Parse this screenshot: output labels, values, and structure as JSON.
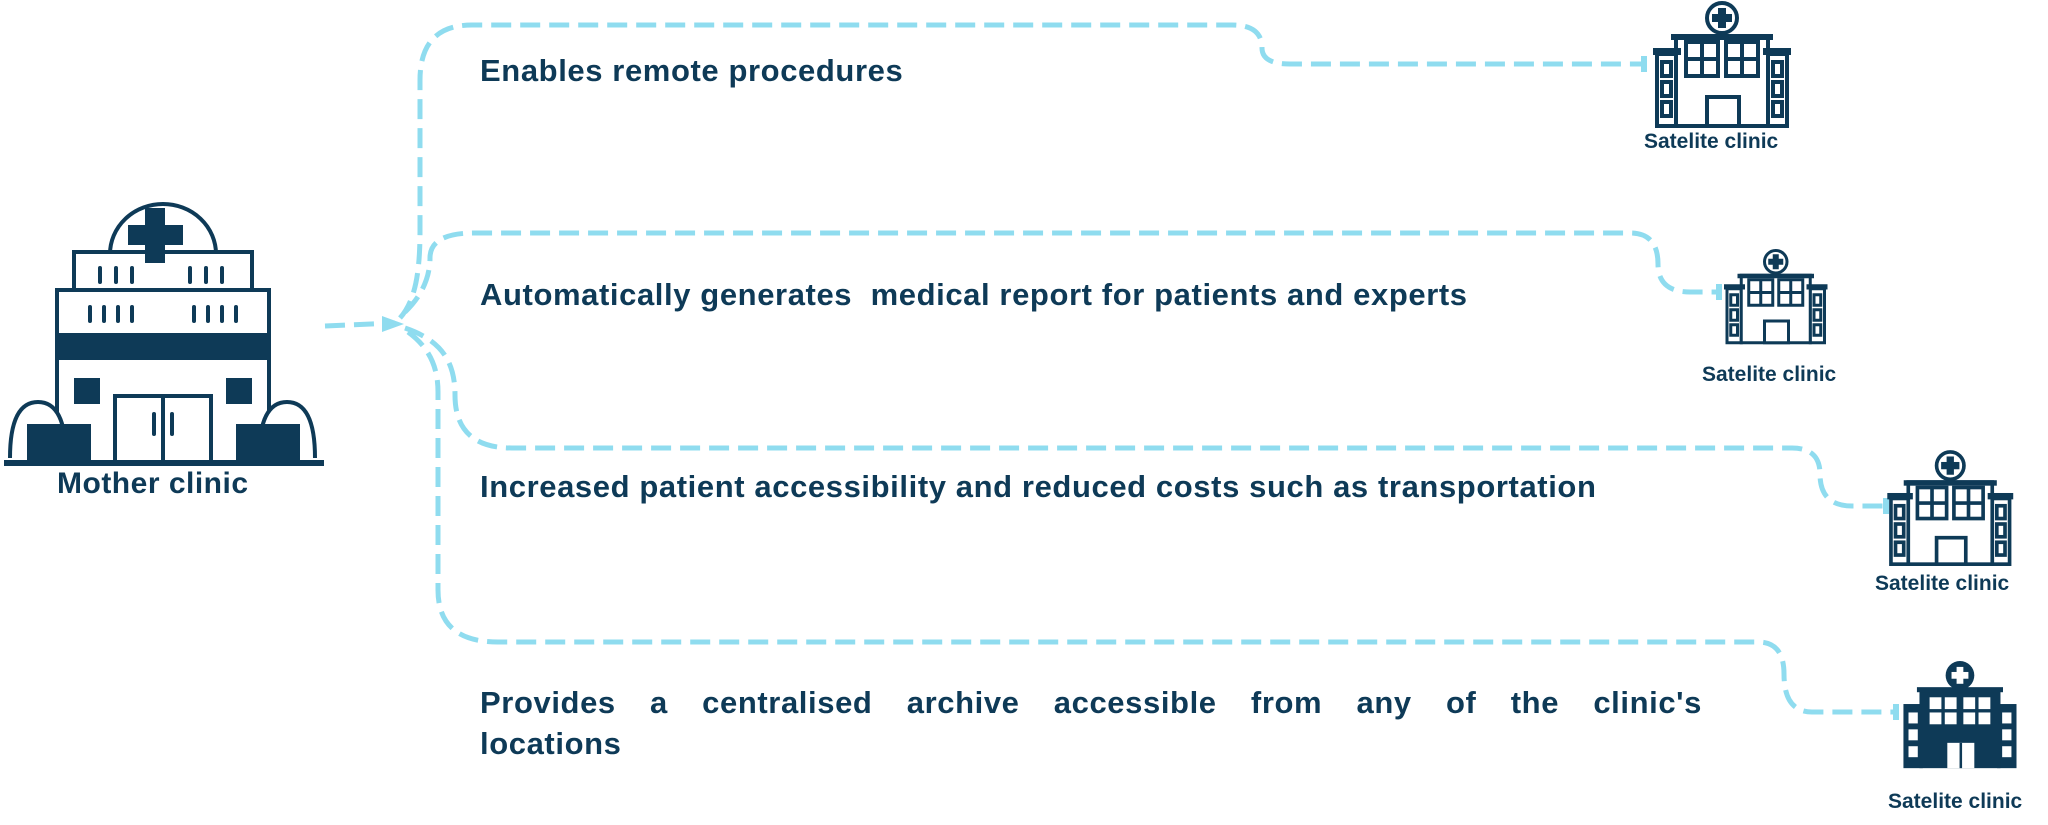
{
  "mother_clinic": {
    "label": "Mother clinic"
  },
  "benefits": [
    {
      "text": "Enables remote procedures"
    },
    {
      "text": "Automatically generates  medical report for patients and experts"
    },
    {
      "text": "Increased patient accessibility and reduced costs such as transportation"
    },
    {
      "text": "Provides a centralised archive accessible from any of the clinic's locations"
    }
  ],
  "satellite_clinics": [
    {
      "label": "Satelite clinic",
      "style": "outline"
    },
    {
      "label": "Satelite clinic",
      "style": "outline"
    },
    {
      "label": "Satelite clinic",
      "style": "outline"
    },
    {
      "label": "Satelite clinic",
      "style": "filled"
    }
  ],
  "colors": {
    "connector": "#8fdcef",
    "navy": "#0e3a57",
    "background": "#ffffff"
  }
}
